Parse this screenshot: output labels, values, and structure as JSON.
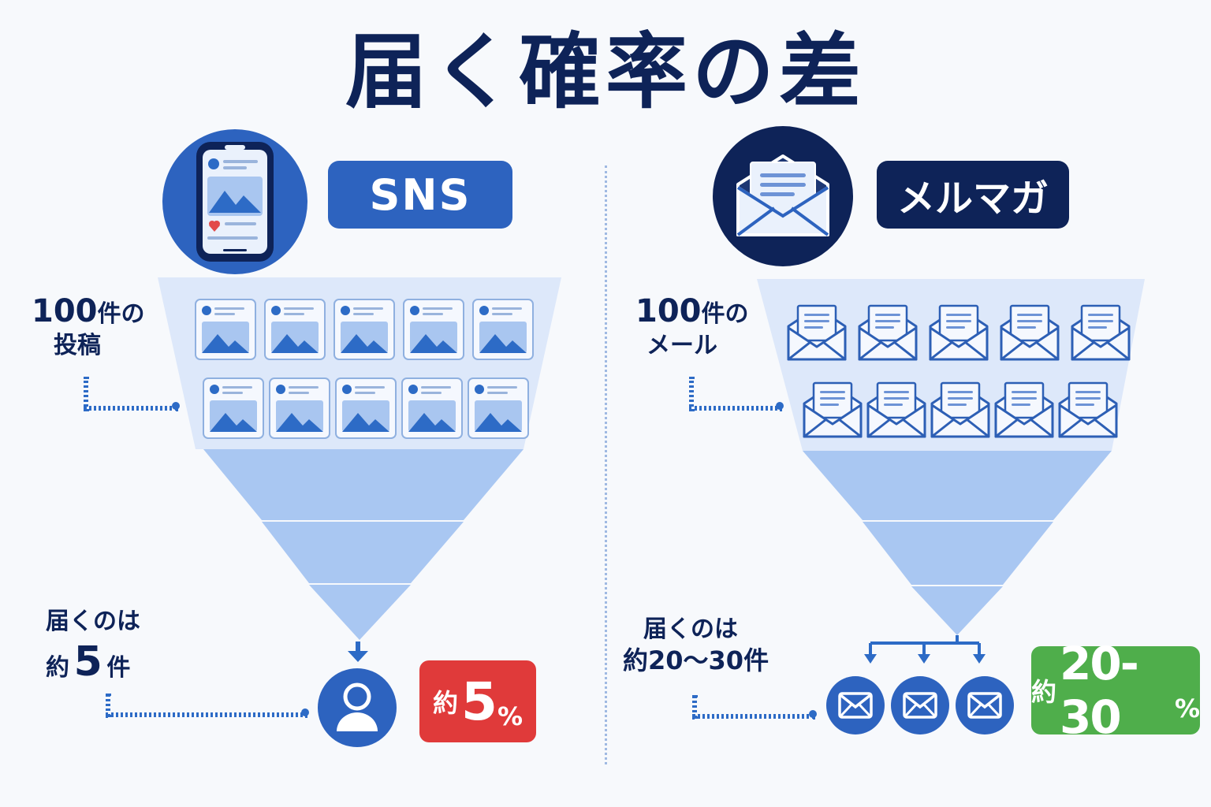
{
  "title": "届く確率の差",
  "colors": {
    "navy": "#0e2358",
    "blue": "#2d6bc6",
    "funnel_top": "#dde8fa",
    "funnel_body": "#a7c6f1",
    "red": "#e03a3a",
    "green": "#4fae4b"
  },
  "sns": {
    "icon": "smartphone-icon",
    "label": "SNS",
    "top_label": {
      "line1_num": "100",
      "line1_rest": "件の",
      "line2": "投稿"
    },
    "bottom_label": {
      "line1": "届くのは",
      "line2_pre": "約",
      "line2_num": "5",
      "line2_post": "件"
    },
    "result_icon": "user-icon",
    "badge": {
      "pre": "約",
      "num": "5",
      "pct": "%"
    },
    "items_per_row": 5,
    "rows": 2,
    "item_icon": "post-card-icon"
  },
  "mail": {
    "icon": "open-envelope-icon",
    "label": "メルマガ",
    "top_label": {
      "line1_num": "100",
      "line1_rest": "件の",
      "line2": "メール"
    },
    "bottom_label": {
      "line1": "届くのは",
      "line2": "約20～30件"
    },
    "result_icon": "envelope-icon",
    "result_count": 3,
    "badge": {
      "pre": "約",
      "num": "20-30",
      "pct": "%"
    },
    "items_per_row": 5,
    "rows": 2,
    "item_icon": "letter-envelope-icon"
  }
}
